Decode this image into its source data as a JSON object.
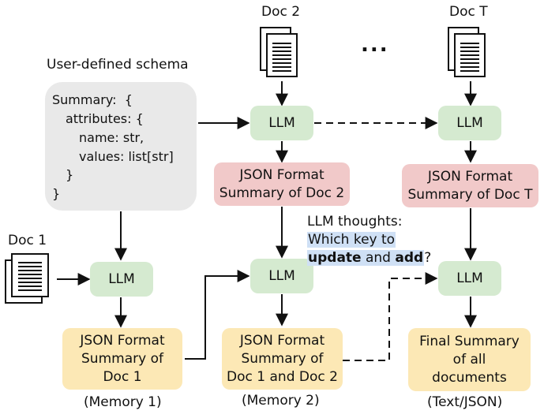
{
  "docs": {
    "doc1": "Doc 1",
    "doc2": "Doc 2",
    "docT": "Doc T",
    "ellipsis": "..."
  },
  "schema": {
    "title": "User-defined schema",
    "lines": [
      "Summary:  {",
      "attributes: {",
      "name: str,",
      "values: list[str]",
      "}",
      "}"
    ]
  },
  "llm": {
    "label": "LLM"
  },
  "json_boxes": {
    "doc2": [
      "JSON Format",
      "Summary of Doc 2"
    ],
    "docT": [
      "JSON Format",
      "Summary of Doc T"
    ]
  },
  "memory": {
    "m1": [
      "JSON Format",
      "Summary of",
      "Doc 1"
    ],
    "m1_caption": "(Memory 1)",
    "m2": [
      "JSON Format",
      "Summary of",
      "Doc 1 and Doc 2"
    ],
    "m2_caption": "(Memory 2)",
    "final": [
      "Final Summary",
      "of all",
      "documents"
    ],
    "final_caption": "(Text/JSON)"
  },
  "thoughts": {
    "title": "LLM thoughts:",
    "line1": "Which key to",
    "update": "update",
    "and": "and",
    "add": "add",
    "q": "?"
  },
  "colors": {
    "llm": "#d5ead0",
    "json": "#f1c9c9",
    "memory": "#fce8b5",
    "schema": "#e9e9e9",
    "highlight": "#cfe0f5"
  }
}
